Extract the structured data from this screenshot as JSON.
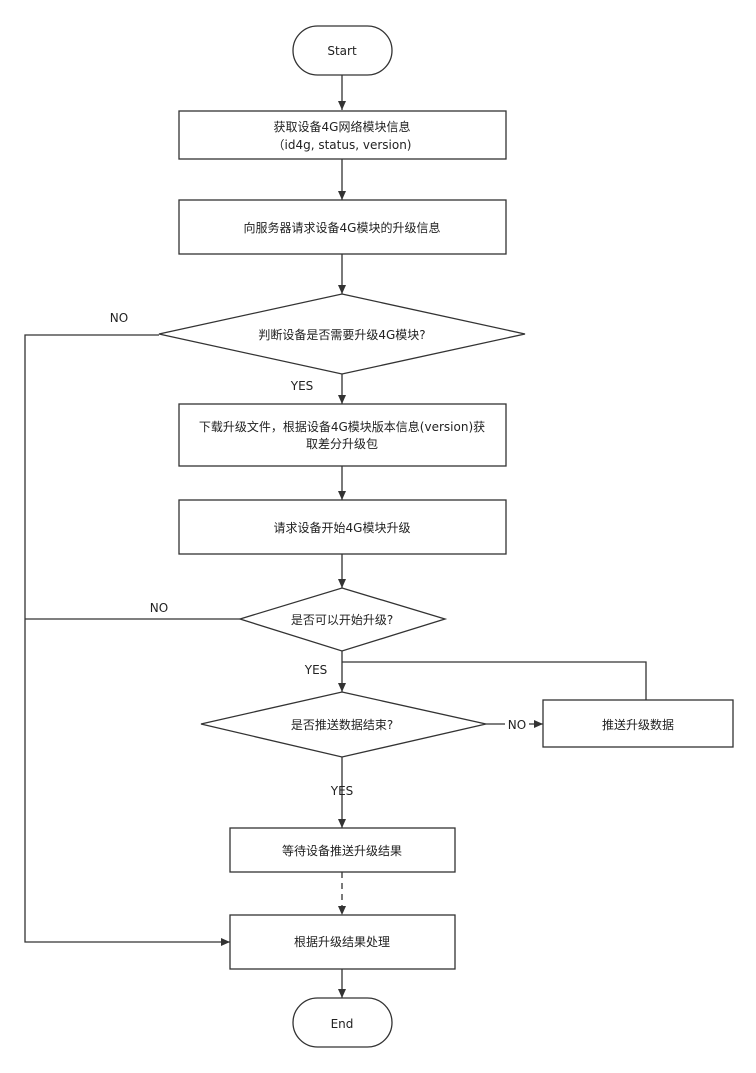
{
  "nodes": {
    "start": "Start",
    "get_info_line1": "获取设备4G网络模块信息",
    "get_info_line2": "（id4g, status, version)",
    "request_upgrade_info": "向服务器请求设备4G模块的升级信息",
    "need_upgrade": "判断设备是否需要升级4G模块?",
    "download_line1": "下载升级文件，根据设备4G模块版本信息(version)获",
    "download_line2": "取差分升级包",
    "request_start": "请求设备开始4G模块升级",
    "can_start": "是否可以开始升级?",
    "push_done": "是否推送数据结束?",
    "push_data": "推送升级数据",
    "wait_result": "等待设备推送升级结果",
    "handle_result": "根据升级结果处理",
    "end": "End"
  },
  "edge_labels": {
    "need_no": "NO",
    "need_yes": "YES",
    "can_no": "NO",
    "can_yes": "YES",
    "push_no": "NO",
    "push_yes": "YES"
  }
}
